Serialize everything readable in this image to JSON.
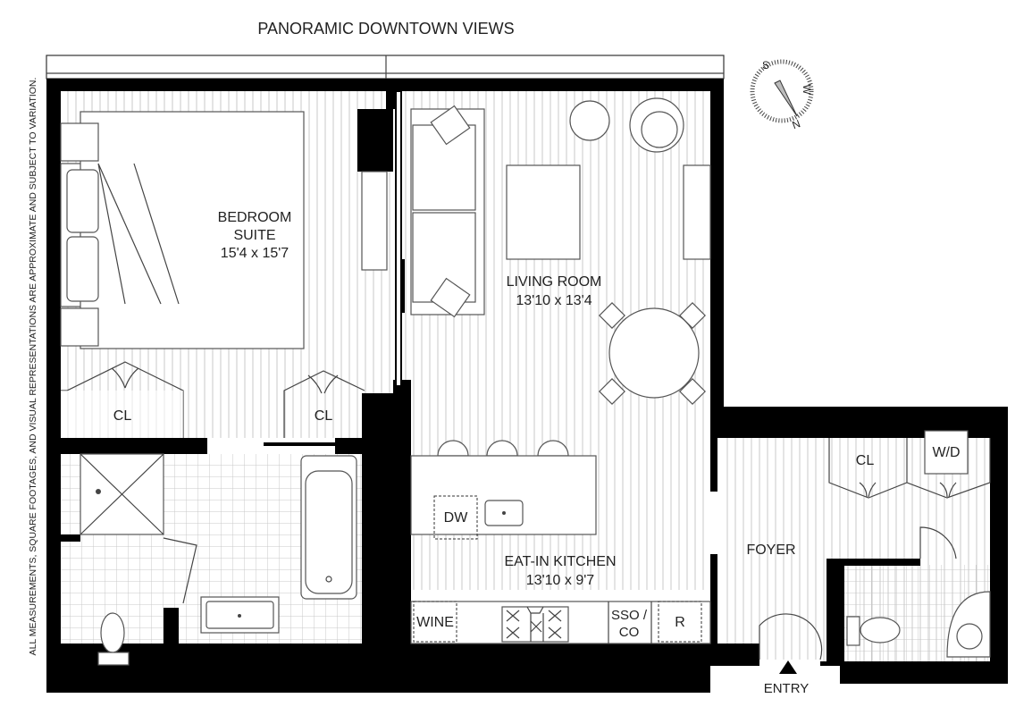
{
  "title": "PANORAMIC DOWNTOWN VIEWS",
  "disclaimer": "ALL MEASUREMENTS, SQUARE FOOTAGES, AND VISUAL REPRESENTATIONS ARE APPROXIMATE AND SUBJECT TO VARIATION.",
  "compass": {
    "labels": [
      "S",
      "W",
      "N"
    ],
    "icon": "compass-icon"
  },
  "rooms": {
    "bedroom": {
      "name": "BEDROOM",
      "name2": "SUITE",
      "size": "15'4 x 15'7"
    },
    "living": {
      "name": "LIVING ROOM",
      "size": "13'10 x 13'4"
    },
    "kitchen": {
      "name": "EAT-IN KITCHEN",
      "size": "13'10 x 9'7"
    },
    "foyer": {
      "name": "FOYER"
    }
  },
  "fixtures": {
    "closet1": "CL",
    "closet2": "CL",
    "closet3": "CL",
    "washer_dryer": "W/D",
    "dishwasher": "DW",
    "wine": "WINE",
    "sso1": "SSO /",
    "sso2": "CO",
    "fridge": "R"
  },
  "entry": "ENTRY"
}
